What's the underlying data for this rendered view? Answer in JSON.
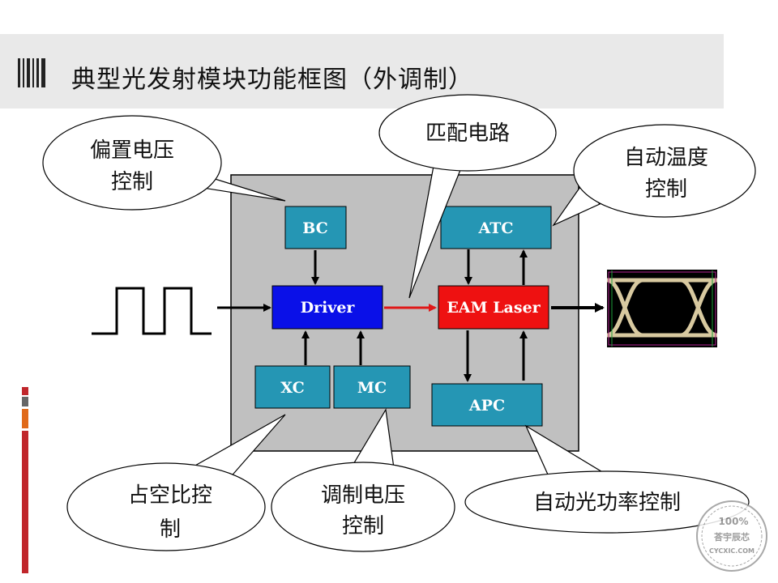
{
  "title": "典型光发射模块功能框图（外调制）",
  "blocks": {
    "bc": "BC",
    "atc": "ATC",
    "driver": "Driver",
    "eam_laser": "EAM Laser",
    "xc": "XC",
    "mc": "MC",
    "apc": "APC"
  },
  "bubbles": {
    "bias_voltage": [
      "偏置电压",
      "控制"
    ],
    "matching_circuit": [
      "匹配电路"
    ],
    "auto_temp": [
      "自动温度",
      "控制"
    ],
    "duty_cycle": [
      "占空比控",
      "制"
    ],
    "mod_voltage": [
      "调制电压",
      "控制"
    ],
    "auto_power": [
      "自动光功率控制"
    ]
  },
  "watermark": {
    "percent": "100%",
    "name": "荅宇辰芯",
    "url": "CYCXIC.COM"
  },
  "colors": {
    "module_bg": "#c0c0c0",
    "block_teal": "#2596b4",
    "driver_blue": "#0a10e8",
    "laser_red": "#ee1111",
    "title_bar": "#e9e9e9",
    "eye_bg": "#000000",
    "eye_trace": "#d8c9a0"
  }
}
